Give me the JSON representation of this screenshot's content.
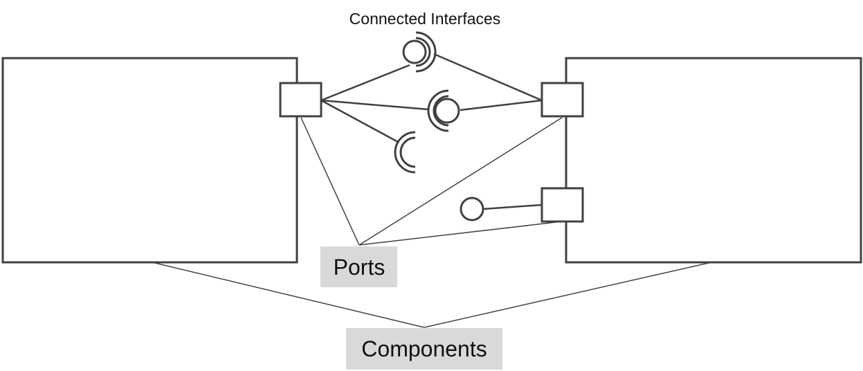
{
  "diagram": {
    "title": "Connected Interfaces",
    "ports_label": "Ports",
    "components_label": "Components"
  },
  "colors": {
    "stroke": "#404040",
    "label_background": "#d9d9d9",
    "background": "#ffffff",
    "text": "#111111"
  },
  "icons": [
    "component-box",
    "port-square",
    "provided-interface-lollipop",
    "required-interface-socket",
    "assembly-connector-ball-and-socket"
  ]
}
